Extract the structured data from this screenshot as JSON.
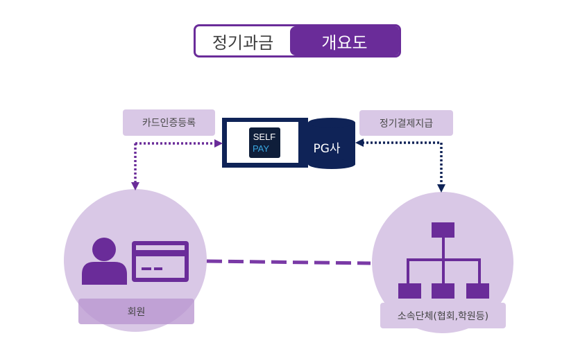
{
  "title": {
    "left": "정기과금",
    "right": "개요도"
  },
  "tags": {
    "card_registration": "카드인증등록",
    "regular_payment": "정기결제지급",
    "member": "회원",
    "organization": "소속단체(협회,학원등)"
  },
  "pg": {
    "logo_top": "SELF",
    "logo_bottom": "PAY",
    "label": "PG사"
  },
  "colors": {
    "purple": "#6a2c99",
    "lavender": "#d9c8e6",
    "navy": "#0f2357",
    "logo_blue": "#39a6e0"
  }
}
